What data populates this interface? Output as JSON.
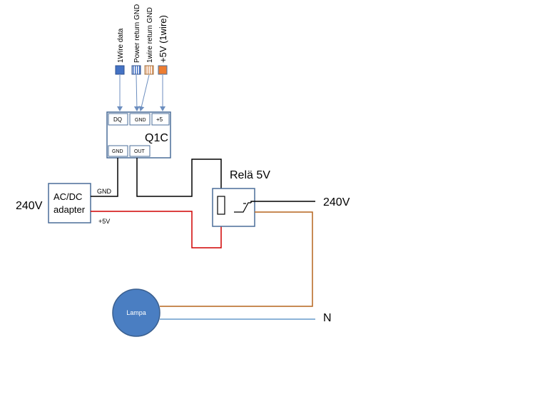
{
  "connector_labels": {
    "data": "1Wire data",
    "power_gnd": "Power return GND",
    "wire_gnd": "1wire return GND",
    "plus5": "+5V (1wire)"
  },
  "q1c": {
    "title": "Q1C",
    "pins_top": {
      "dq": "DQ",
      "gnd": "GND",
      "plus5": "+5"
    },
    "pins_bottom": {
      "gnd": "GND",
      "out": "OUT"
    }
  },
  "adapter": {
    "line1": "AC/DC",
    "line2": "adapter",
    "input_voltage": "240V",
    "gnd_label": "GND",
    "plus5_label": "+5V"
  },
  "relay": {
    "label": "Relä 5V"
  },
  "mains": {
    "voltage": "240V",
    "neutral": "N"
  },
  "lamp": {
    "label": "Lampa"
  },
  "colors": {
    "connector_blue": "#4472c4",
    "connector_orange": "#ed7d31",
    "connector_tan": "#f2c7a0",
    "box_border": "#4a6d99",
    "lamp_fill": "#4a7ec2",
    "wire_red": "#d00000",
    "wire_brown": "#b5651d",
    "wire_blue": "#8db4d8",
    "arrow": "#6c8ebf"
  }
}
